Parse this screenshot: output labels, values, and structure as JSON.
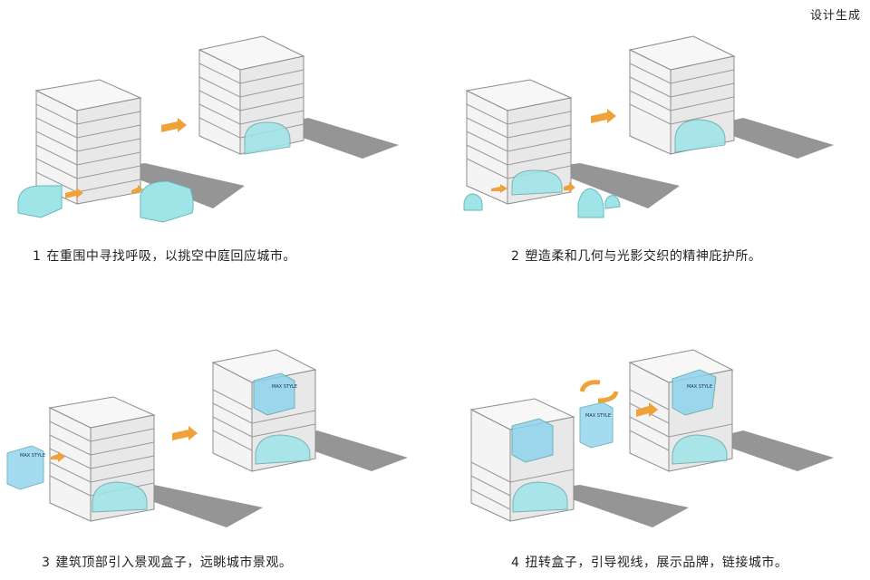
{
  "page": {
    "title": "设计生成"
  },
  "steps": [
    {
      "number": "1",
      "caption": "在重围中寻找呼吸，以挑空中庭回应城市。"
    },
    {
      "number": "2",
      "caption": "塑造柔和几何与光影交织的精神庇护所。"
    },
    {
      "number": "3",
      "caption": "建筑顶部引入景观盒子，远眺城市景观。"
    },
    {
      "number": "4",
      "caption": "扭转盒子，引导视线，展示品牌，链接城市。"
    }
  ],
  "box_label": "MAX STYLE",
  "colors": {
    "building_face": "#f4f4f4",
    "building_side": "#e6e6e6",
    "building_line": "#8c8c8c",
    "shadow": "#8a8a8a",
    "arch_fill": "#9fe5e8",
    "glass_fill": "#8fd3ee",
    "arrow": "#f0a23a"
  }
}
